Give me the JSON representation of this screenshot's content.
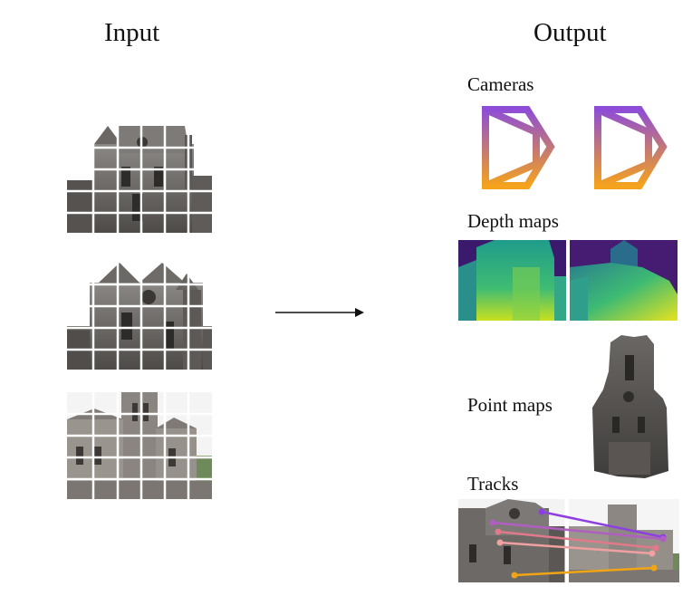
{
  "input": {
    "title": "Input",
    "images": [
      {
        "name": "cathedral-view-1"
      },
      {
        "name": "cathedral-view-2"
      },
      {
        "name": "cathedral-view-3"
      }
    ]
  },
  "output": {
    "title": "Output",
    "cameras_label": "Cameras",
    "depth_label": "Depth maps",
    "points_label": "Point maps",
    "tracks_label": "Tracks"
  },
  "colors": {
    "camera_top": "#8e4dd6",
    "camera_bottom": "#f5a21c",
    "depth_low": "#3f1a6f",
    "depth_mid": "#22a884",
    "depth_high": "#f0e51d",
    "track_colors": [
      "#8e3fe0",
      "#b05fc0",
      "#e07a8a",
      "#f0a0a0",
      "#f2a514"
    ],
    "stone": "#6f6c69",
    "stone_dark": "#4e4b48"
  }
}
